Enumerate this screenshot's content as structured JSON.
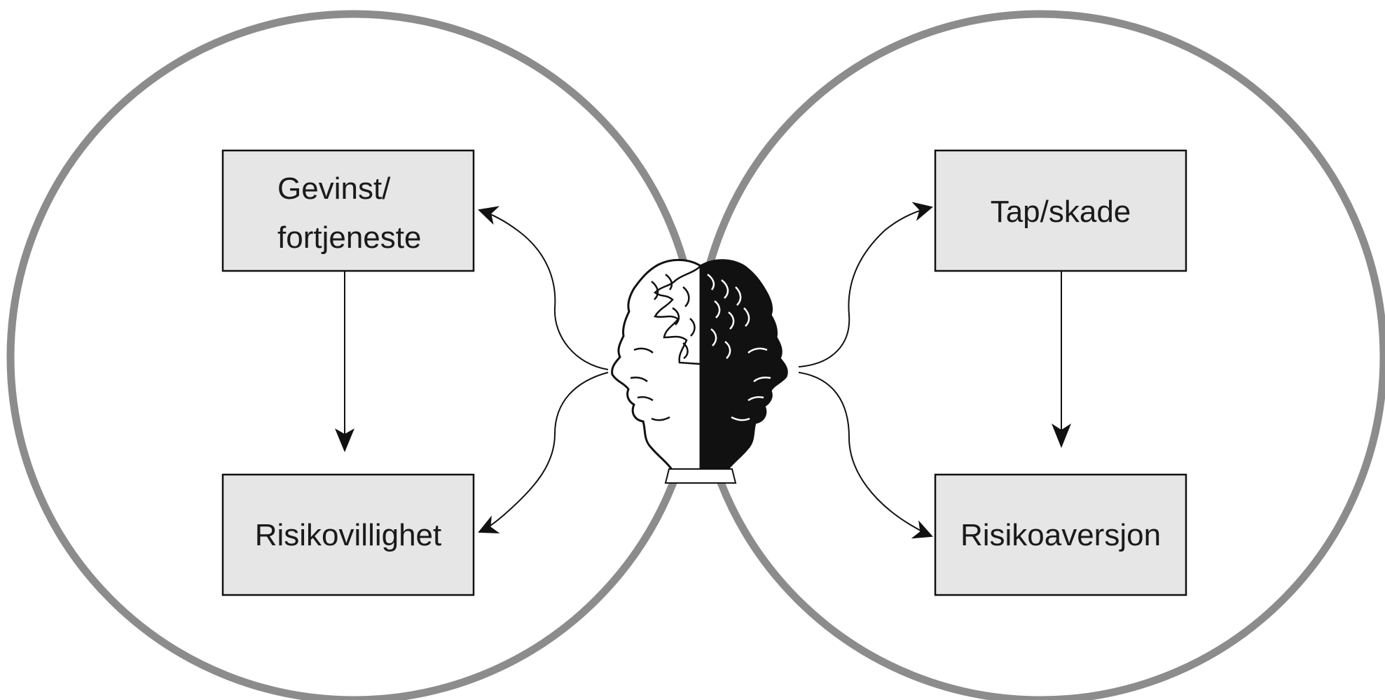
{
  "diagram": {
    "left_circle": {
      "top_box": {
        "line1": "Gevinst/",
        "line2": "fortjeneste"
      },
      "bottom_box": {
        "label": "Risikovillighet"
      }
    },
    "right_circle": {
      "top_box": {
        "label": "Tap/skade"
      },
      "bottom_box": {
        "label": "Risikoaversjon"
      }
    },
    "center_image": {
      "icon": "janus-two-faced-head-icon"
    }
  },
  "colors": {
    "circle_stroke": "#8c8c8c",
    "box_fill": "#e6e6e6",
    "box_stroke": "#111111",
    "arrow": "#111111"
  }
}
